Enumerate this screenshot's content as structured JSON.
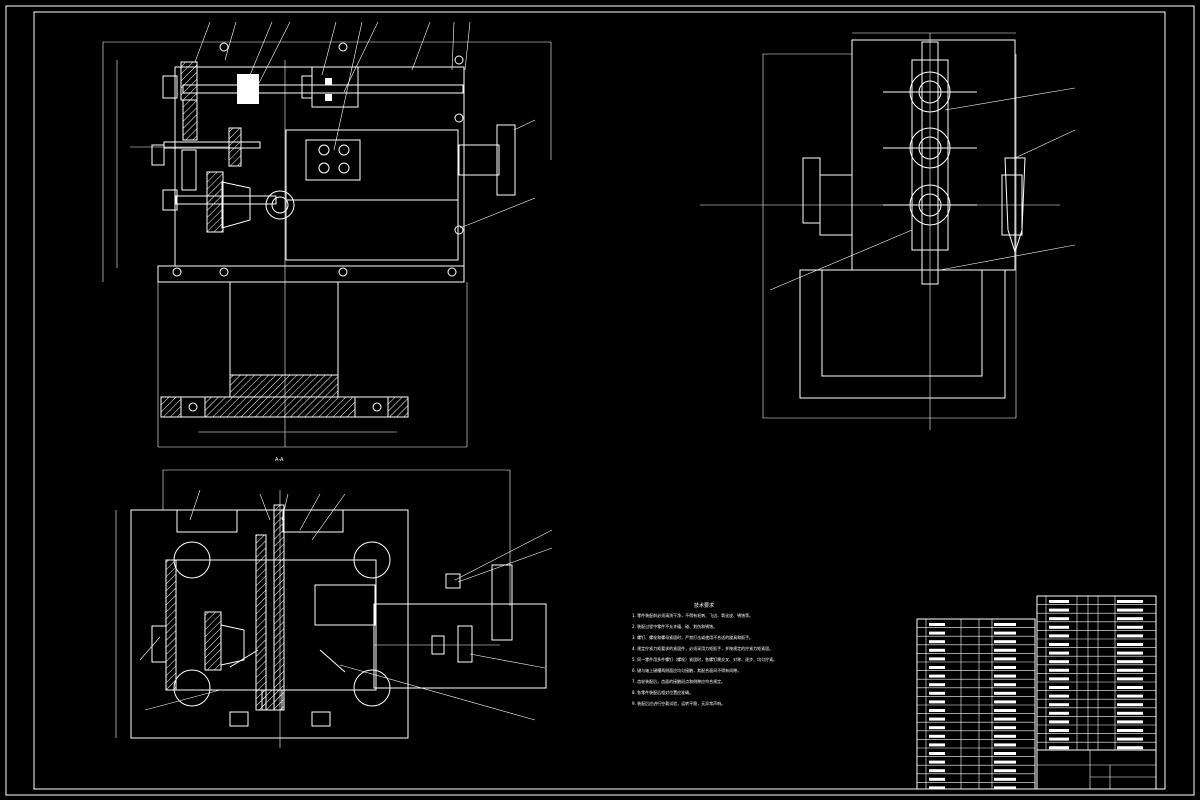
{
  "drawing": {
    "background": "#000000",
    "line_color": "#ffffff",
    "section_label": "A-A",
    "notes_heading": "技术要求",
    "notes": [
      "1. 零件装配前必须清洗干净，不得有毛刺、飞边、氧化皮、锈蚀等。",
      "2. 装配过程中零件不允许磕、碰、划伤和锈蚀。",
      "3. 螺钉、螺栓和螺母紧固时，严禁打击或使用不合适的旋具和扳手。",
      "4. 规定拧紧力矩要求的紧固件，必须采用力矩扳手，并按规定的拧紧力矩紧固。",
      "5. 同一零件用多件螺钉（螺栓）紧固时，各螺钉需交叉、对称、逐步、均匀拧紧。",
      "6. 键与轴上键槽两侧面应均匀接触，其配合面间不得有间隙。",
      "7. 齿轮装配后，齿面的接触斑点和侧隙应符合规定。",
      "8. 各零件装配后相对位置应准确。",
      "9. 装配后应进行空载试验，运转平稳，无异常声响。"
    ],
    "title_block": {
      "title": "",
      "sheet": "",
      "scale": ""
    }
  }
}
